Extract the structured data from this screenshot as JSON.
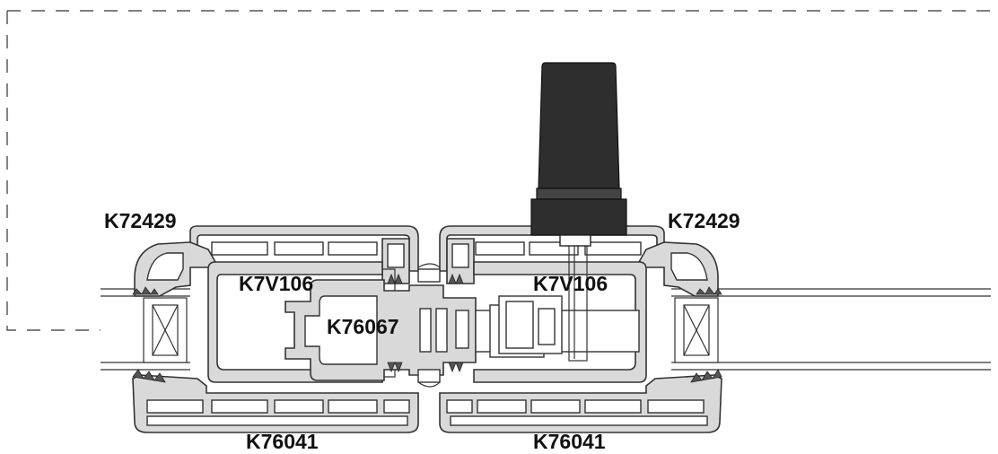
{
  "drawing": {
    "labels": {
      "sash_left": "K72429",
      "sash_right": "K72429",
      "reinf_left": "K7V106",
      "reinf_right": "K7V106",
      "mullion": "K76067",
      "frame_left": "K76041",
      "frame_right": "K76041"
    }
  }
}
